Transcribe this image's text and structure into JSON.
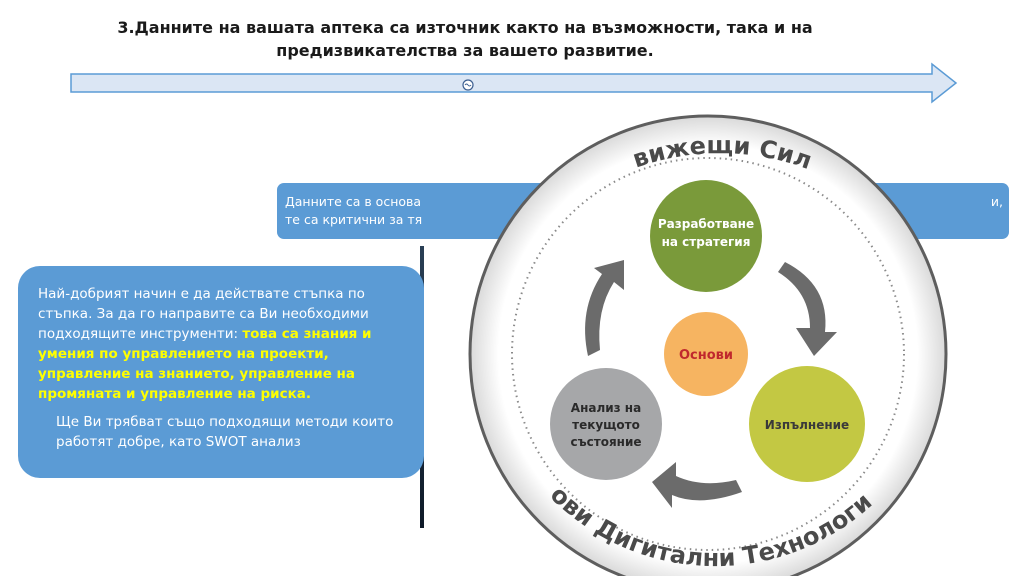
{
  "title": {
    "line1": "3.Данните на вашата аптека са източник както на възможности, така и на",
    "line2": "предизвикателства за вашето развитие."
  },
  "top_box": {
    "line1": "Данните са в основа",
    "line2": "те са критични за тя",
    "right_fragment": "и,"
  },
  "left_box": {
    "p1_plain": "Най-добрият начин е да действате стъпка по стъпка. За да го направите са Ви необходими подходящите инструменти: ",
    "p1_highlight": "това са знания и умения по управлението на проекти, управление на знанието, управление на промяната и управление на риска.",
    "p2": "Ще Ви трябват също подходящи методи които работят добре, като SWOT анализ"
  },
  "diagram": {
    "outer_top_label": "Движещи Сили",
    "outer_bottom_label": "Нови Дигитални Технологии",
    "nodes": {
      "strategy": {
        "line1": "Разработване",
        "line2": "на стратегия",
        "color": "#7a9a3a"
      },
      "execution": {
        "line1": "Изпълнение",
        "color": "#c3c843"
      },
      "analysis": {
        "line1": "Анализ на",
        "line2": "текущото",
        "line3": "състояние",
        "color": "#a6a7a9"
      },
      "center": {
        "line1": "Основи",
        "color": "#f6b461",
        "text_color": "#c0282d"
      }
    },
    "ring_color": "#d4d4d4",
    "arrow_color": "#6b6b6b"
  },
  "timeline": {
    "color": "#dbe6f4",
    "marker_icon": "circle-marker-icon"
  }
}
